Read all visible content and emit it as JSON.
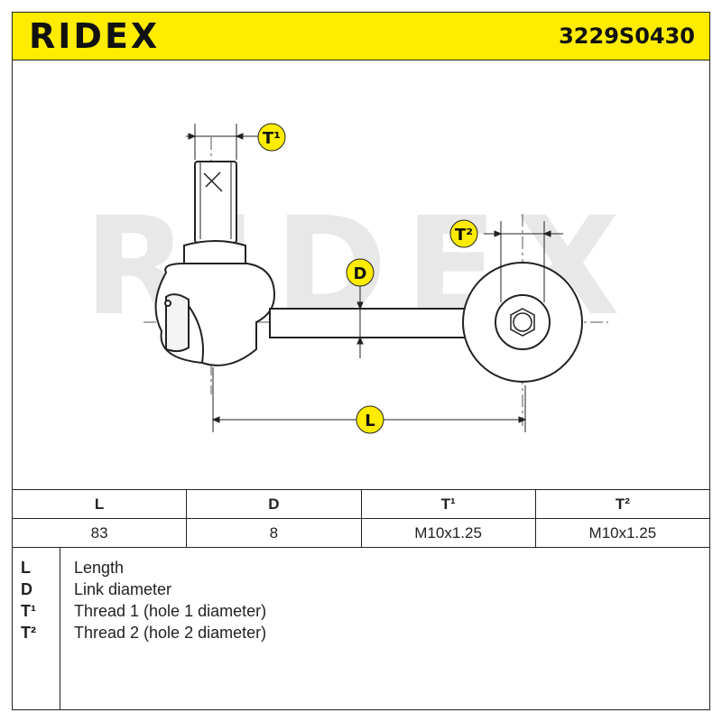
{
  "header": {
    "brand": "RIDEX",
    "part_number": "3229S0430"
  },
  "diagram": {
    "watermark": "RIDEX",
    "labels": {
      "t1": "T¹",
      "t2": "T²",
      "d": "D",
      "l": "L"
    }
  },
  "spec_table": {
    "headers": [
      "L",
      "D",
      "T¹",
      "T²"
    ],
    "values": [
      "83",
      "8",
      "M10x1.25",
      "M10x1.25"
    ]
  },
  "legend": {
    "items": [
      {
        "key": "L",
        "desc": "Length"
      },
      {
        "key": "D",
        "desc": "Link diameter"
      },
      {
        "key": "T¹",
        "desc": "Thread 1 (hole 1 diameter)"
      },
      {
        "key": "T²",
        "desc": "Thread 2 (hole 2 diameter)"
      }
    ]
  },
  "colors": {
    "accent": "#ffec00",
    "line": "#222222",
    "watermark": "#e8e8e8"
  }
}
